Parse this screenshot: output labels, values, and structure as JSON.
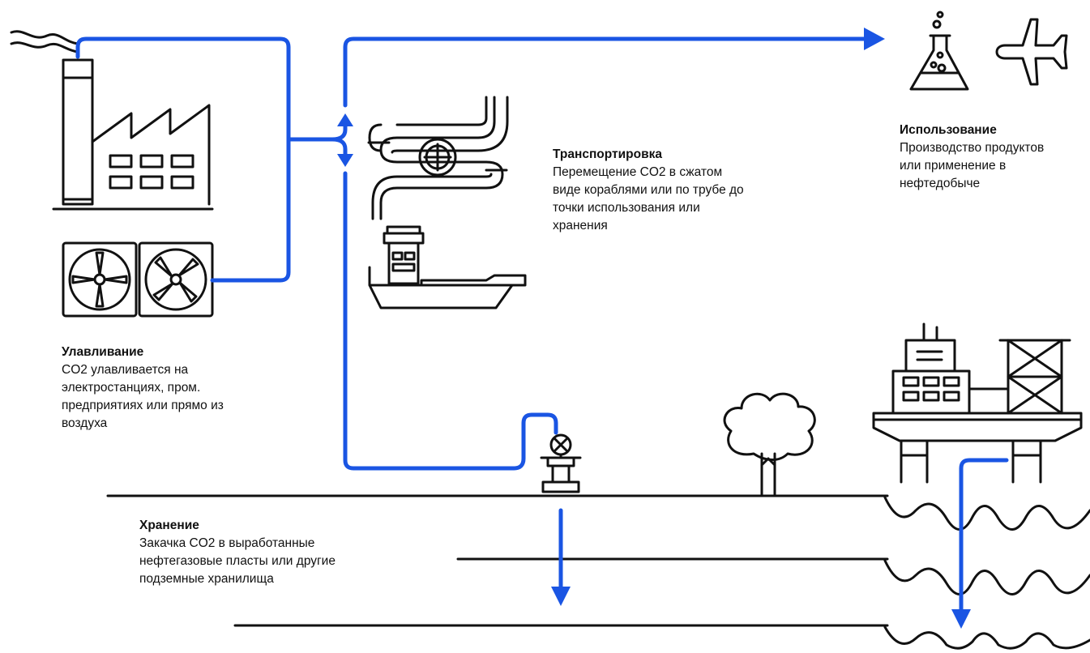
{
  "sections": {
    "capture": {
      "title": "Улавливание",
      "lines": [
        "CO2 улавливается на",
        "электростанциях, пром.",
        "предприятиях или прямо из",
        "воздуха"
      ]
    },
    "transport": {
      "title": "Транспортировка",
      "lines": [
        "Перемещение CO2 в сжатом",
        "виде кораблями или по трубе до",
        "точки использования или",
        "хранения"
      ]
    },
    "usage": {
      "title": "Использование",
      "lines": [
        "Производство продуктов",
        "или применение в",
        "нефтедобыче"
      ]
    },
    "storage": {
      "title": "Хранение",
      "lines": [
        "Закачка CO2 в выработанные",
        "нефтегазовые пласты или другие",
        "подземные хранилища"
      ]
    }
  },
  "colors": {
    "flow": "#1a55e3",
    "line": "#111111",
    "background": "#ffffff"
  },
  "icons": [
    "factory-icon",
    "fan-icon",
    "pipeline-icon",
    "ship-icon",
    "flask-icon",
    "airplane-icon",
    "wellhead-icon",
    "tree-icon",
    "oil-platform-icon"
  ]
}
